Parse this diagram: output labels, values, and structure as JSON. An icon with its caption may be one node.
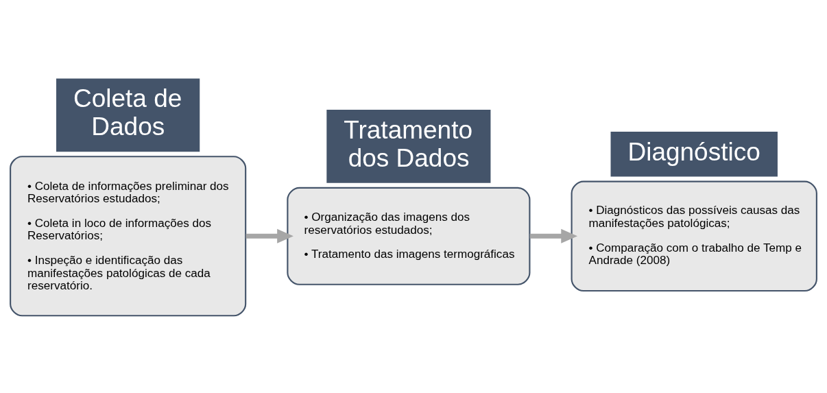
{
  "diagram": {
    "nodes": [
      {
        "text": [
          "• Coleta de informações preliminar dos Reservatórios estudados;",
          "• Coleta in loco de informações dos Reservatórios;",
          "• Inspeção e identificação das manifestações patológicas de cada reservatório."
        ]
      },
      {
        "text": [
          "Coleta de Dados"
        ]
      },
      {
        "text": [
          "• Organização das imagens dos reservatórios estudados;",
          "• Tratamento das imagens termográficas"
        ]
      },
      {
        "text": [
          "Tratamento dos Dados"
        ]
      },
      {
        "text": [
          "• Diagnósticos das possíveis causas das manifestações patológicas;",
          "• Comparação com o trabalho de Temp e Andrade (2008)"
        ]
      },
      {
        "text": [
          "Diagnóstico"
        ]
      }
    ],
    "edges": [
      {
        "from": 0,
        "to": 2,
        "arrow": "to"
      },
      {
        "from": 2,
        "to": 4,
        "arrow": "to"
      }
    ]
  }
}
